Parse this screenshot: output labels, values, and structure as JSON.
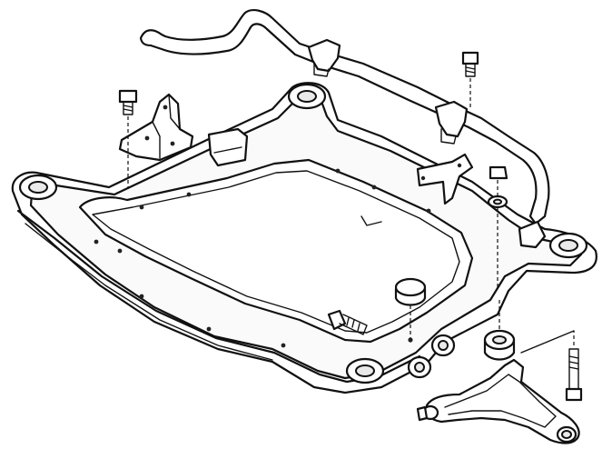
{
  "diagram": {
    "parts": [
      {
        "id": "subframe",
        "icon": "front-subframe"
      },
      {
        "id": "stabilizer-bar",
        "icon": "stabilizer-bar"
      },
      {
        "id": "engine-mount",
        "icon": "engine-mount-bracket"
      },
      {
        "id": "control-arm",
        "icon": "lower-control-arm"
      },
      {
        "id": "bushing",
        "icon": "control-arm-bushing"
      },
      {
        "id": "rubber-stop",
        "icon": "rubber-buffer"
      },
      {
        "id": "bracket",
        "icon": "stabilizer-bracket"
      }
    ],
    "colors": {
      "line": "#111111",
      "background": "#ffffff",
      "shade": "#e9e9e9"
    }
  }
}
